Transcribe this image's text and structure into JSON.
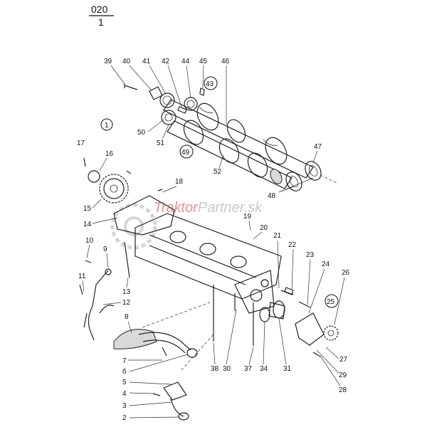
{
  "header": {
    "group": "020",
    "sheet": "1"
  },
  "watermark": {
    "brand_red": "Traktor",
    "brand_grey": "Partner.sk"
  },
  "colors": {
    "line": "#222222",
    "watermark_red": "#e06a6a",
    "watermark_grey": "#b8b8b8",
    "background": "#ffffff"
  },
  "circled_labels": [
    "1",
    "43",
    "49",
    "25"
  ],
  "part_numbers": [
    "39",
    "40",
    "41",
    "42",
    "44",
    "45",
    "46",
    "50",
    "51",
    "47",
    "52",
    "17",
    "16",
    "15",
    "14",
    "18",
    "19",
    "20",
    "10",
    "9",
    "11",
    "13",
    "12",
    "8",
    "7",
    "6",
    "5",
    "4",
    "3",
    "2",
    "21",
    "22",
    "23",
    "24",
    "26",
    "27",
    "28",
    "29",
    "30",
    "31",
    "34",
    "37",
    "38",
    "48"
  ]
}
